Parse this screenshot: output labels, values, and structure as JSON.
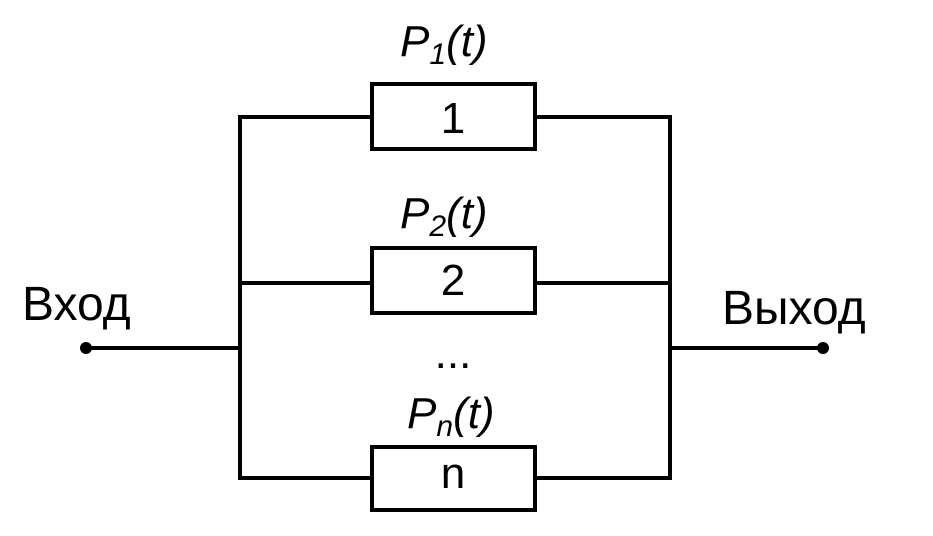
{
  "diagram": {
    "input_label": "Вход",
    "output_label": "Выход",
    "ellipsis": "...",
    "branches": [
      {
        "block_label": "1",
        "prob_symbol": "P",
        "prob_subscript": "1",
        "prob_arg": "(t)"
      },
      {
        "block_label": "2",
        "prob_symbol": "P",
        "prob_subscript": "2",
        "prob_arg": "(t)"
      },
      {
        "block_label": "n",
        "prob_symbol": "P",
        "prob_subscript": "n",
        "prob_arg": "(t)"
      }
    ]
  }
}
